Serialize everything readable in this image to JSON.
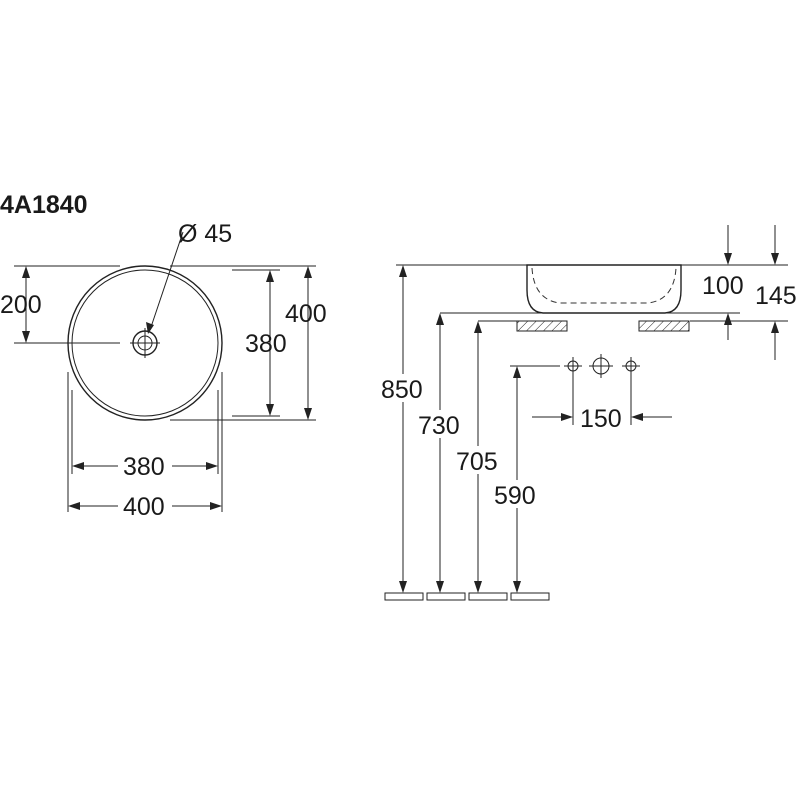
{
  "title": "4A1840",
  "top_view": {
    "drain_diameter": "Ø 45",
    "half_depth": "200",
    "inner_diameter_vertical": "380",
    "outer_diameter_vertical": "400",
    "inner_diameter_horizontal": "380",
    "outer_diameter_horizontal": "400"
  },
  "side_view": {
    "bowl_height": "100",
    "total_height": "145",
    "tap_spacing": "150",
    "height_to_rim": "850",
    "height_to_top_surface": "730",
    "height_to_counter": "705",
    "height_to_tap_holes": "590"
  }
}
